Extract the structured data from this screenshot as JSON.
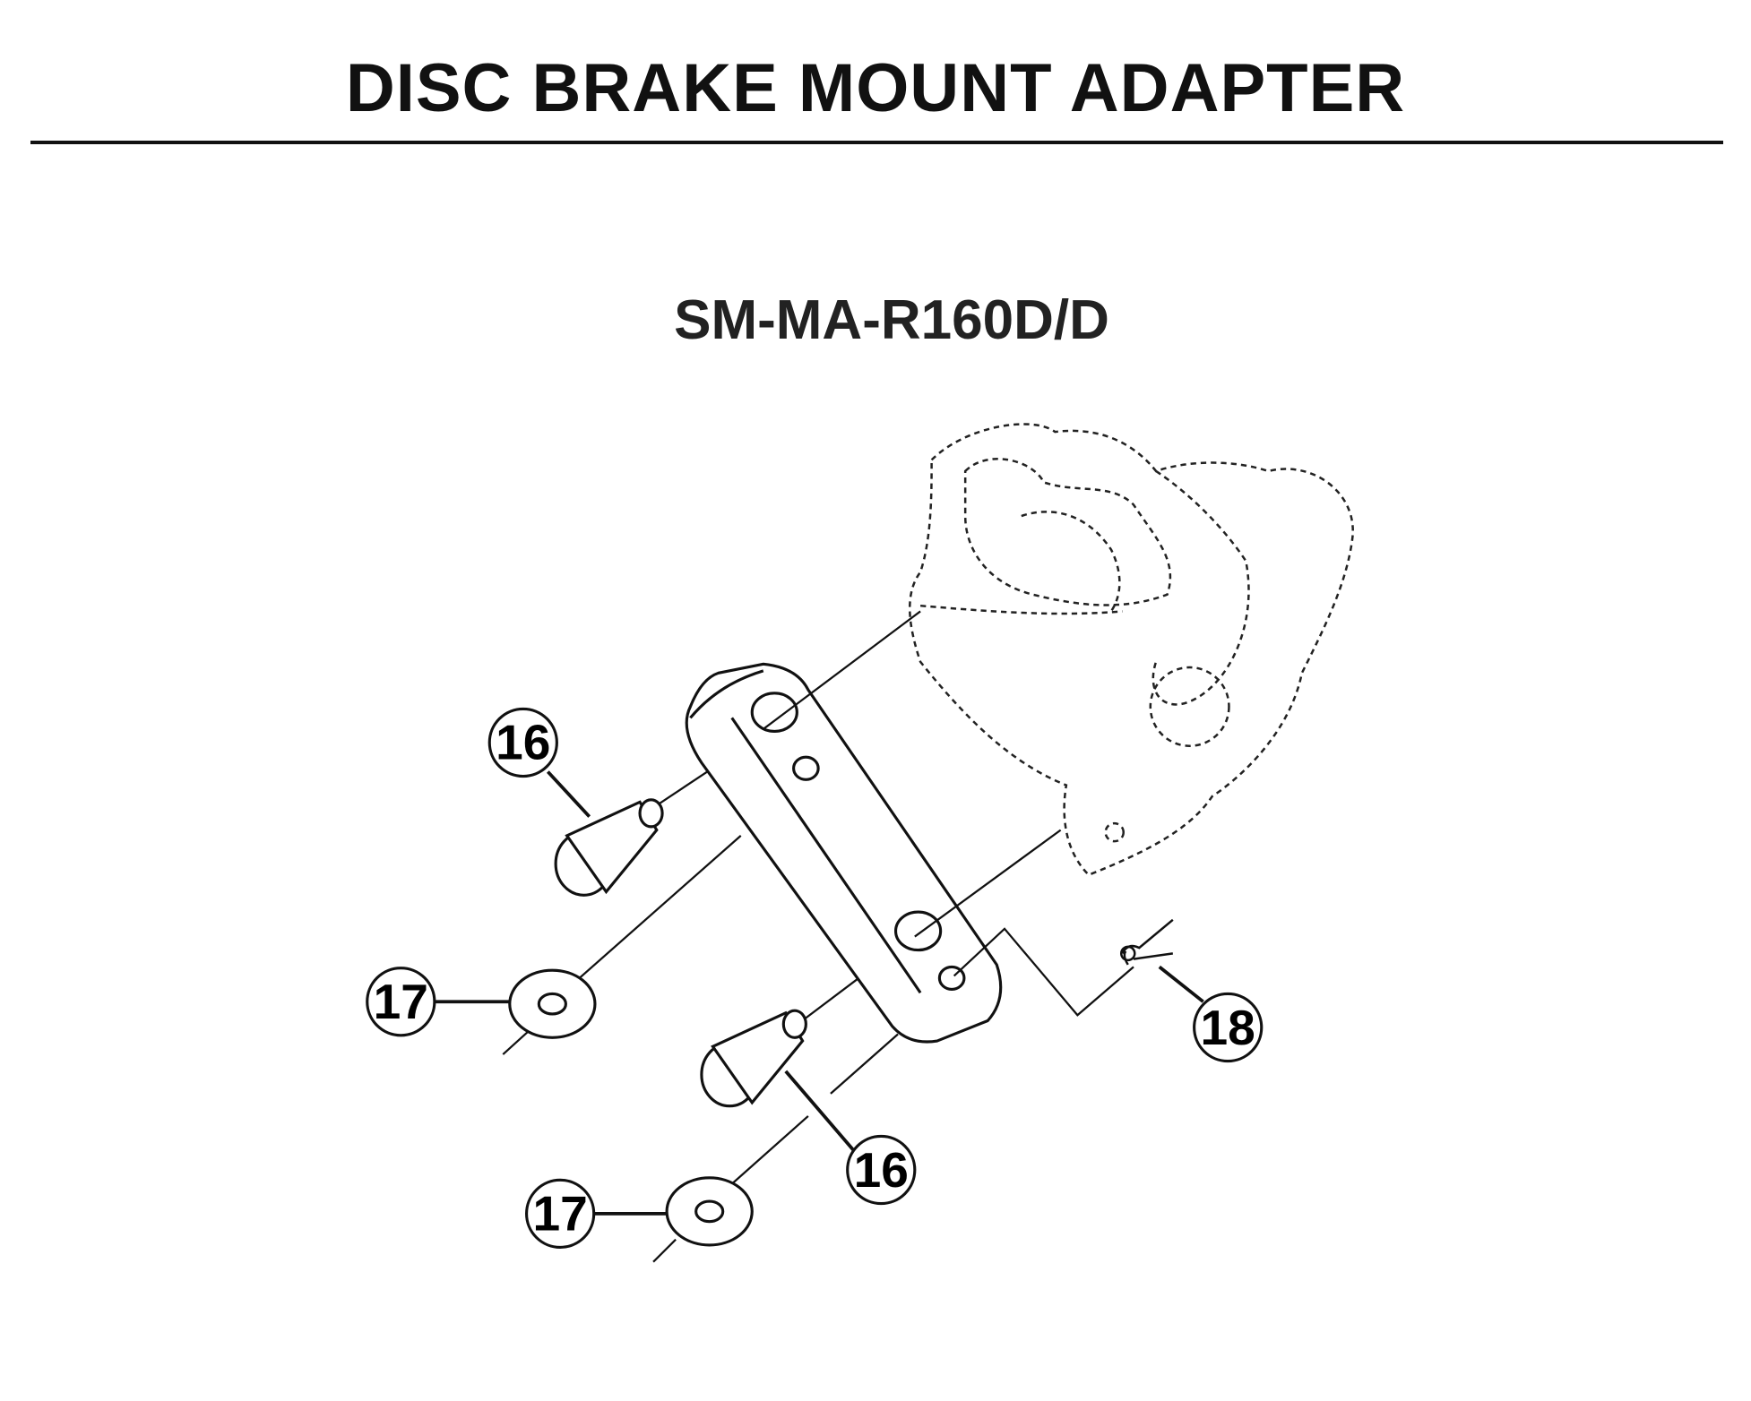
{
  "title": "DISC BRAKE MOUNT ADAPTER",
  "subtitle": "SM-MA-R160D/D",
  "callouts": [
    "16",
    "17",
    "16",
    "18",
    "17"
  ]
}
